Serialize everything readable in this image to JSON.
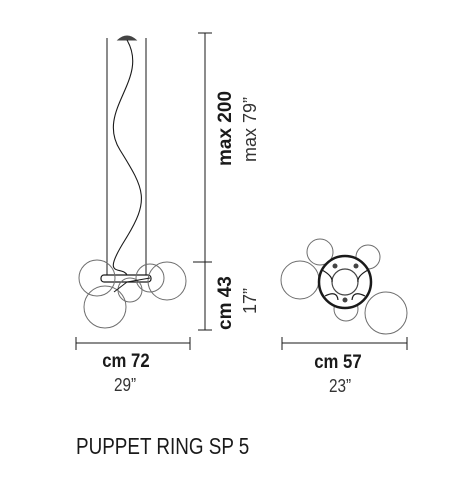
{
  "product": {
    "name": "PUPPET RING SP 5"
  },
  "dimensions": {
    "width": {
      "metric": "cm 72",
      "imperial": "29”"
    },
    "depth": {
      "metric": "cm 57",
      "imperial": "23”"
    },
    "height_max": {
      "metric": "max 200",
      "imperial": "max 79”"
    },
    "body_height": {
      "metric": "cm 43",
      "imperial": "17”"
    }
  },
  "colors": {
    "line": "#1a1a1a",
    "globe": "#6e6e6e",
    "text_secondary": "#333333"
  }
}
